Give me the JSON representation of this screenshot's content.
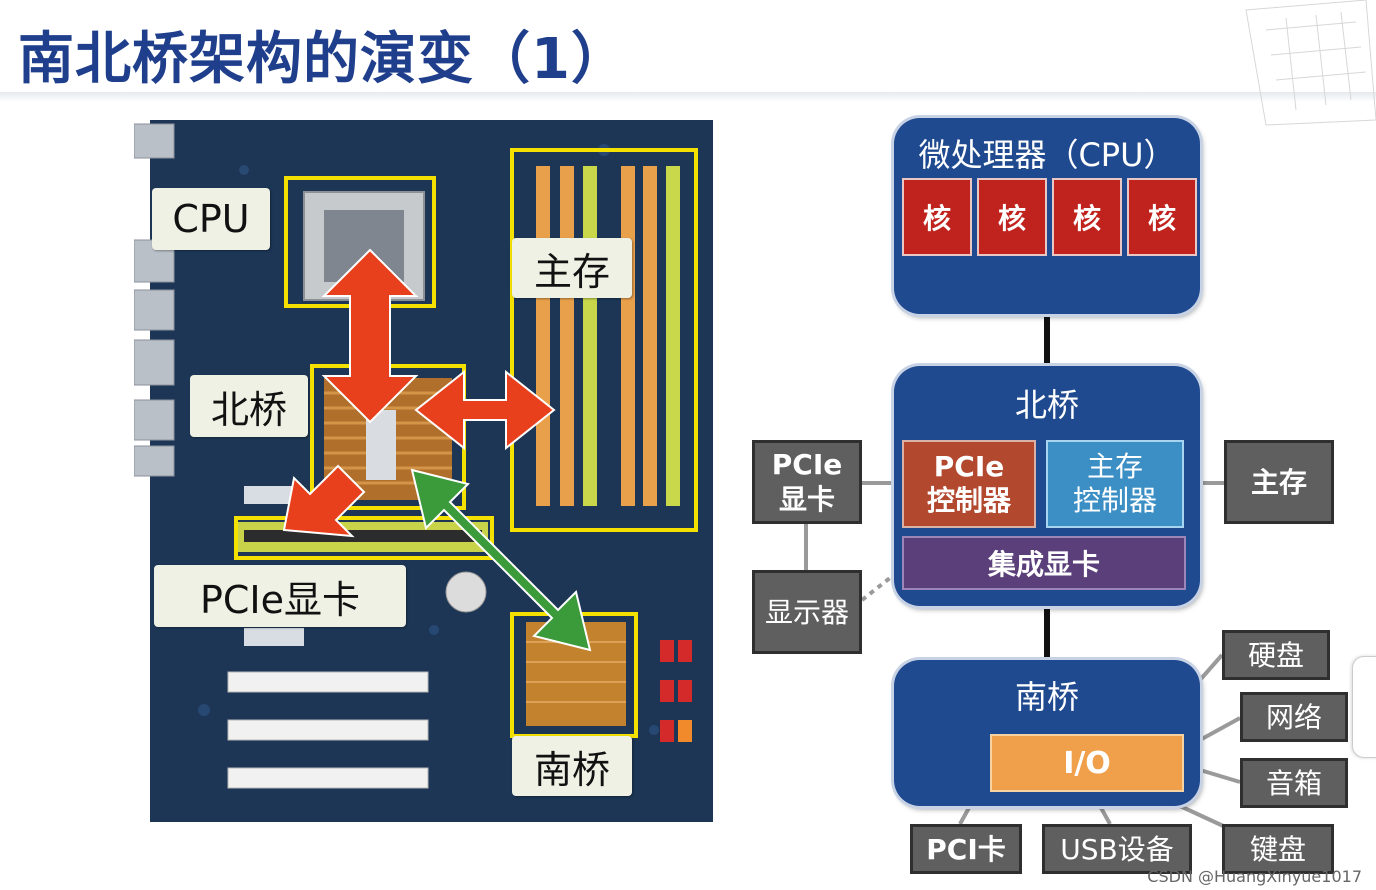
{
  "title": "南北桥架构的演变（1）",
  "photo_labels": {
    "cpu": "CPU",
    "north_bridge": "北桥",
    "pcie_card": "PCIe显卡",
    "main_memory": "主存",
    "south_bridge": "南桥"
  },
  "diagram": {
    "cpu": {
      "title": "微处理器（CPU）",
      "cores": [
        "核",
        "核",
        "核",
        "核"
      ]
    },
    "north_bridge": {
      "title": "北桥",
      "pcie_controller": [
        "PCIe",
        "控制器"
      ],
      "memory_controller": [
        "主存",
        "控制器"
      ],
      "integrated_gpu": "集成显卡"
    },
    "south_bridge": {
      "title": "南桥",
      "io": "I/O"
    },
    "pcie_card": [
      "PCIe",
      "显卡"
    ],
    "display": "显示器",
    "main_memory": "主存",
    "peripherals_right": [
      "硬盘",
      "网络",
      "音箱",
      "键盘"
    ],
    "peripherals_bottom": [
      "PCI卡",
      "USB设备"
    ]
  },
  "watermark": "CSDN @HuangXinyue1017",
  "colors": {
    "title": "#1f3f8c",
    "block": "#1f4a8f",
    "core": "#c0231e",
    "pcie_controller": "#b2492f",
    "memory_controller": "#3b8fc4",
    "integrated_gpu": "#5a3f7a",
    "io": "#f0a04b",
    "gray_box": "#5f5f5f",
    "highlight": "#f5e100",
    "arrow_red": "#e8401c",
    "arrow_green": "#3b9a3a"
  }
}
